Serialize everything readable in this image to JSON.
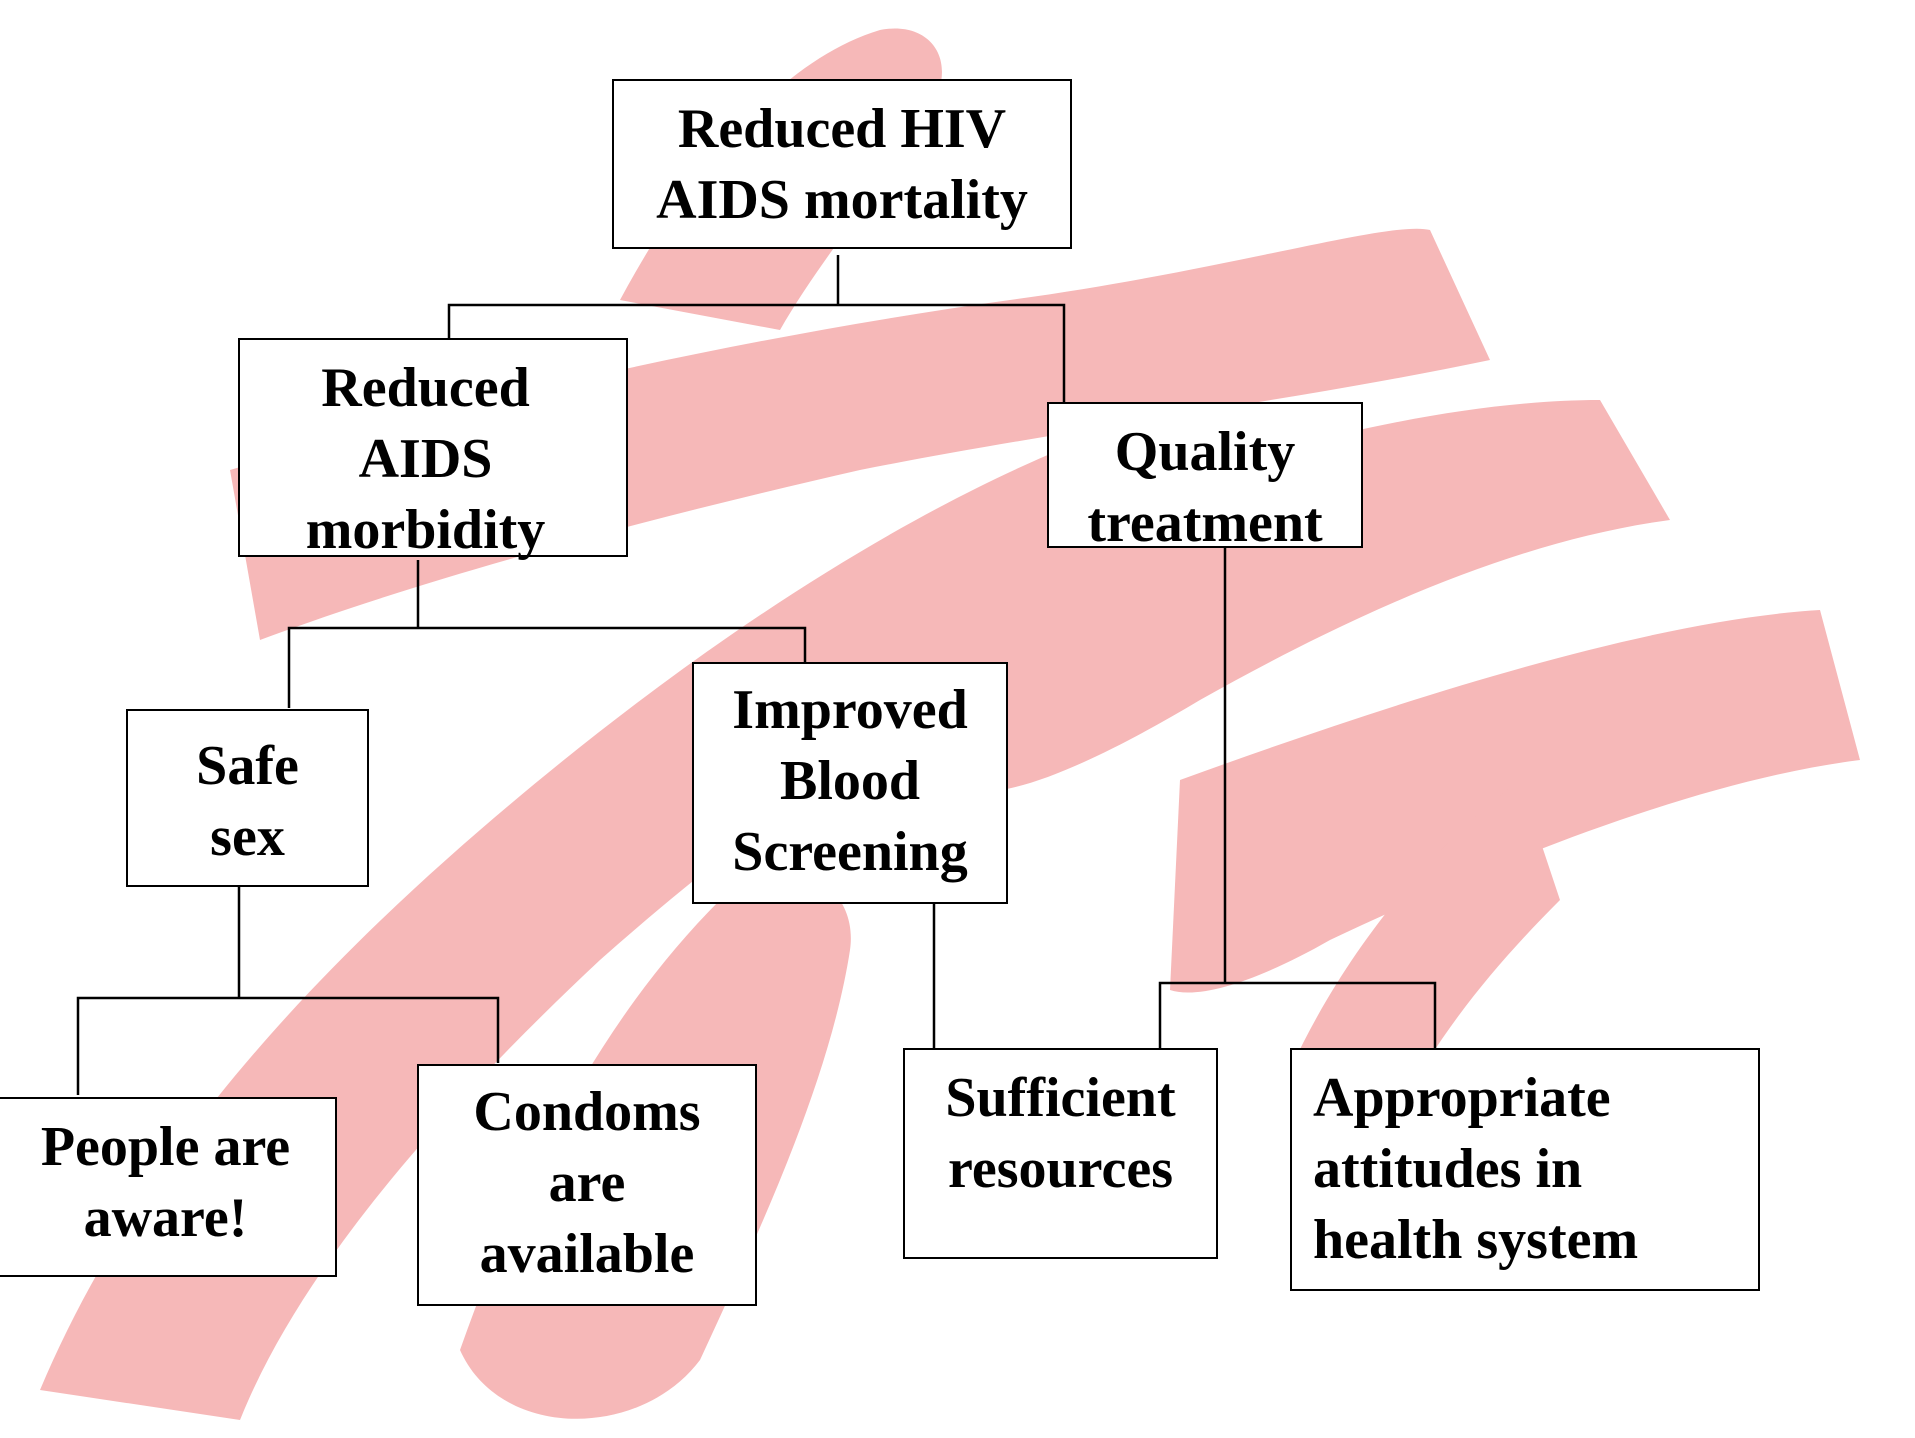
{
  "diagram": {
    "type": "objective-tree",
    "nodes": {
      "root": {
        "label": "Reduced HIV\nAIDS mortality"
      },
      "morbidity": {
        "label": "Reduced\nAIDS\nmorbidity"
      },
      "treatment": {
        "label": "Quality\ntreatment"
      },
      "safe_sex": {
        "label": "Safe\nsex"
      },
      "blood": {
        "label": "Improved\nBlood\nScreening"
      },
      "aware": {
        "label": "People are\naware!"
      },
      "condoms": {
        "label": "Condoms\nare\navailable"
      },
      "resources": {
        "label": "Sufficient\nresources"
      },
      "attitudes": {
        "label": "Appropriate\nattitudes in\nhealth system"
      }
    },
    "edges": [
      [
        "root",
        "morbidity"
      ],
      [
        "root",
        "treatment"
      ],
      [
        "morbidity",
        "safe_sex"
      ],
      [
        "morbidity",
        "blood"
      ],
      [
        "safe_sex",
        "aware"
      ],
      [
        "safe_sex",
        "condoms"
      ],
      [
        "blood",
        "resources"
      ],
      [
        "treatment",
        "resources"
      ],
      [
        "treatment",
        "attitudes"
      ]
    ]
  },
  "colors": {
    "watermark": "#f6b8b8",
    "line": "#000000",
    "box_border": "#000000",
    "box_fill": "#ffffff",
    "text": "#000000"
  }
}
